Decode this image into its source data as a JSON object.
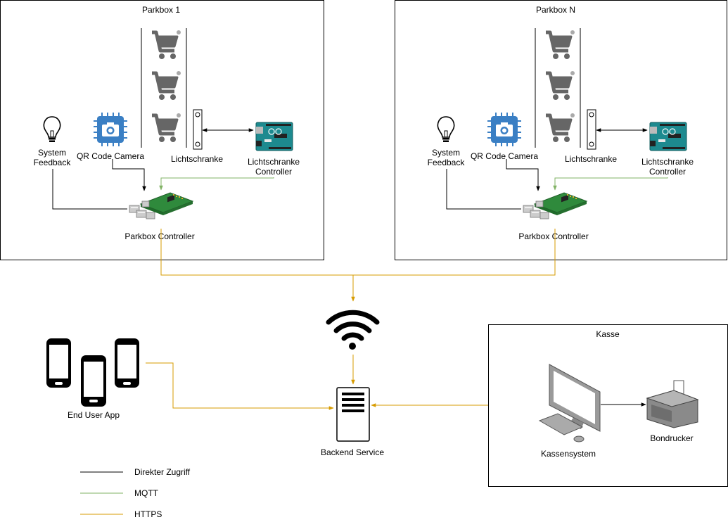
{
  "boxes": {
    "parkbox1": "Parkbox 1",
    "parkboxN": "Parkbox N",
    "kasse": "Kasse"
  },
  "labels": {
    "system_feedback_1": "System",
    "system_feedback_2": "Feedback",
    "qr_camera": "QR Code Camera",
    "lichtschranke": "Lichtschranke",
    "ls_controller_1": "Lichtschranke",
    "ls_controller_2": "Controller",
    "parkbox_controller": "Parkbox Controller",
    "end_user_app": "End User App",
    "backend_service": "Backend Service",
    "kassensystem": "Kassensystem",
    "bondrucker": "Bondrucker"
  },
  "legend": [
    {
      "label": "Direkter Zugriff",
      "color": "#000000"
    },
    {
      "label": "MQTT",
      "color": "#82b366"
    },
    {
      "label": "HTTPS",
      "color": "#d79b00"
    }
  ],
  "colors": {
    "direct": "#000000",
    "mqtt": "#82b366",
    "https": "#d79b00",
    "chip": "#3a7fc4",
    "arduino": "#1d8a8f",
    "board": "#2f8a3c",
    "cart": "#666666"
  },
  "icons": [
    "lightbulb-icon",
    "camera-chip-icon",
    "cart-icon",
    "light-barrier-icon",
    "arduino-icon",
    "raspberry-pi-icon",
    "wifi-icon",
    "smartphone-icon",
    "server-icon",
    "computer-icon",
    "printer-icon"
  ]
}
